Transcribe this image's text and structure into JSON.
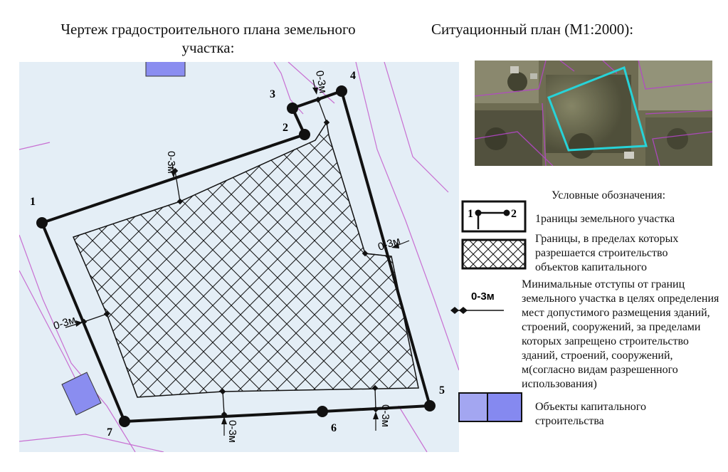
{
  "titles": {
    "plan_line1": "Чертеж градостроительного плана земельного",
    "plan_line2": "участка:",
    "situation": "Ситуационный план (М1:2000):"
  },
  "plan": {
    "points": [
      {
        "label": "1"
      },
      {
        "label": "2"
      },
      {
        "label": "3"
      },
      {
        "label": "4"
      },
      {
        "label": "5"
      },
      {
        "label": "6"
      },
      {
        "label": "7"
      }
    ],
    "setback_label": "0-3м"
  },
  "legend": {
    "title": "Условные обозначения:",
    "boundary_sample_a": "1",
    "boundary_sample_b": "2",
    "boundary_text": "1раницы земельного участка",
    "buildable_text": "Границы, в пределах которых разрешается строительство объектов капитального",
    "setback_sample": "0-3м",
    "setback_text": "Минимальные отступы от границ земельного участка в целях определения мест допустимого размещения зданий, строений, сооружений, за пределами которых запрещено строительство зданий, строений, сооружений, м(согласно видам разрешенного использования)",
    "objects_text": "Объекты капитального строительства"
  },
  "colors": {
    "background_map": "#e4eef6",
    "cadastral_line": "#c86fd2",
    "boundary": "#111111",
    "building_fill": "#8a8df0",
    "situation_outline": "#27d3d8"
  }
}
